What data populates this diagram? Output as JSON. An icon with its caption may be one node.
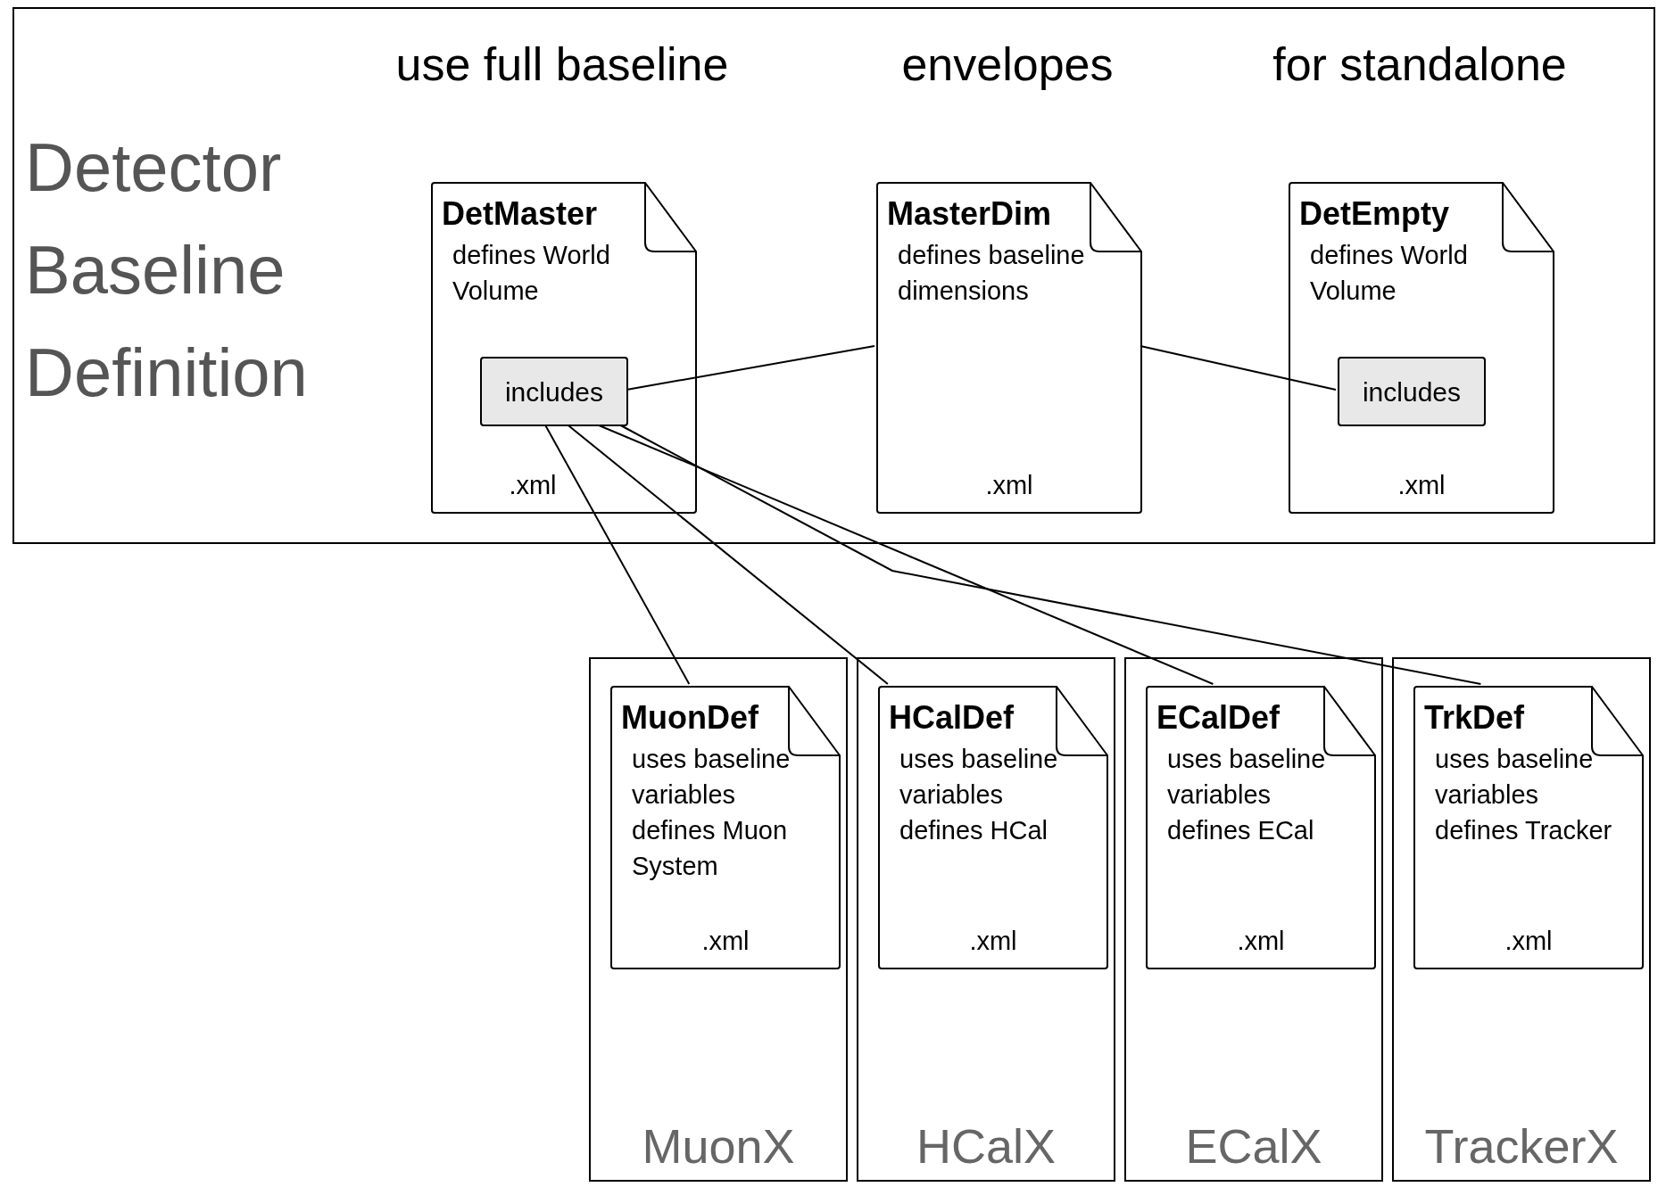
{
  "diagram": {
    "nodes": [
      {
        "text": [
          "Detector Baseline Definition"
        ]
      },
      {
        "text": [
          "DetMaster",
          "defines World Volume",
          ".xml"
        ],
        "in": 0
      },
      {
        "text": [
          "includes"
        ],
        "in": 1
      },
      {
        "text": [
          "MasterDim",
          "defines baseline dimensions",
          ".xml"
        ],
        "in": 0
      },
      {
        "text": [
          "DetEmpty",
          "defines World Volume",
          ".xml"
        ],
        "in": 0
      },
      {
        "text": [
          "includes"
        ],
        "in": 4
      },
      {
        "text": [
          "MuonX"
        ]
      },
      {
        "text": [
          "MuonDef",
          "uses baseline variables defines Muon System",
          ".xml"
        ],
        "in": 6
      },
      {
        "text": [
          "HCalX"
        ]
      },
      {
        "text": [
          "HCalDef",
          "uses baseline variables defines HCal",
          ".xml"
        ],
        "in": 8
      },
      {
        "text": [
          "ECalX"
        ]
      },
      {
        "text": [
          "ECalDef",
          "uses baseline variables defines ECal",
          ".xml"
        ],
        "in": 10
      },
      {
        "text": [
          "TrackerX"
        ]
      },
      {
        "text": [
          "TrkDef",
          "uses baseline variables defines Tracker",
          ".xml"
        ],
        "in": 12
      }
    ],
    "edges": [
      {
        "from": 2,
        "to": 3,
        "arrow": "none"
      },
      {
        "from": 3,
        "to": 5,
        "arrow": "none"
      },
      {
        "from": 2,
        "to": 7,
        "arrow": "none"
      },
      {
        "from": 2,
        "to": 9,
        "arrow": "none"
      },
      {
        "from": 2,
        "to": 11,
        "arrow": "none"
      },
      {
        "from": 2,
        "to": 13,
        "arrow": "none"
      }
    ],
    "labels": [
      "use full baseline",
      "envelopes",
      "for standalone"
    ]
  }
}
